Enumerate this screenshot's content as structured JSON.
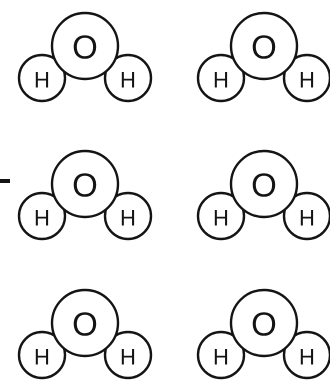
{
  "oxygen_label": "O",
  "hydrogen_label": "H",
  "stroke_color": "#141414",
  "molecules": [
    {
      "row": 1,
      "column": 1
    },
    {
      "row": 1,
      "column": 2
    },
    {
      "row": 2,
      "column": 1
    },
    {
      "row": 2,
      "column": 2
    },
    {
      "row": 3,
      "column": 1
    },
    {
      "row": 3,
      "column": 2
    }
  ]
}
